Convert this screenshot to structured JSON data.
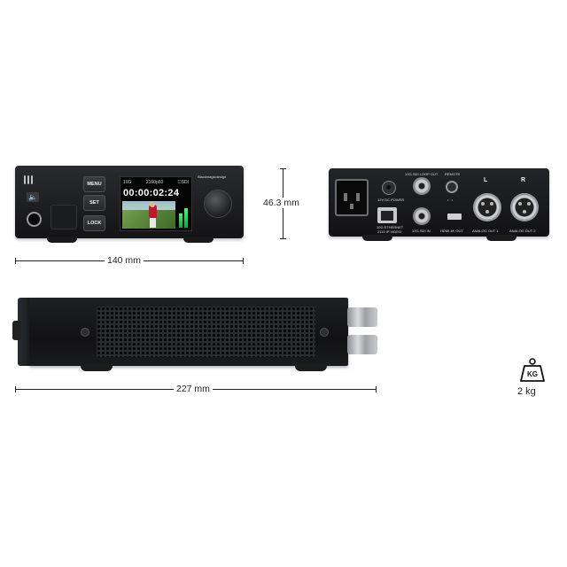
{
  "front_panel": {
    "buttons": [
      "MENU",
      "SET",
      "LOCK"
    ],
    "lcd": {
      "format": "10G",
      "resolution": "2160p60",
      "input": "SDI",
      "timecode": "00:00:02:24"
    },
    "brand": "Blackmagicdesign",
    "speaker_icon": "speaker-icon"
  },
  "rear_panel": {
    "labels": {
      "sdi_loop_out": "12G-SDI LOOP OUT",
      "remote": "REMOTE",
      "dc_power": "12V DC POWER",
      "ethernet": "10G ETHERNET",
      "ethernet_sub": "2110 IP VIDEO",
      "sdi_in": "12G-SDI IN",
      "hdmi": "HDMI 4K OUT",
      "analog1": "ANALOG OUT 1",
      "analog2": "ANALOG OUT 2",
      "left": "L",
      "right": "R"
    }
  },
  "dimensions": {
    "width": "140 mm",
    "height": "46.3 mm",
    "depth": "227 mm"
  },
  "weight": {
    "icon_label": "KG",
    "value": "2 kg"
  }
}
